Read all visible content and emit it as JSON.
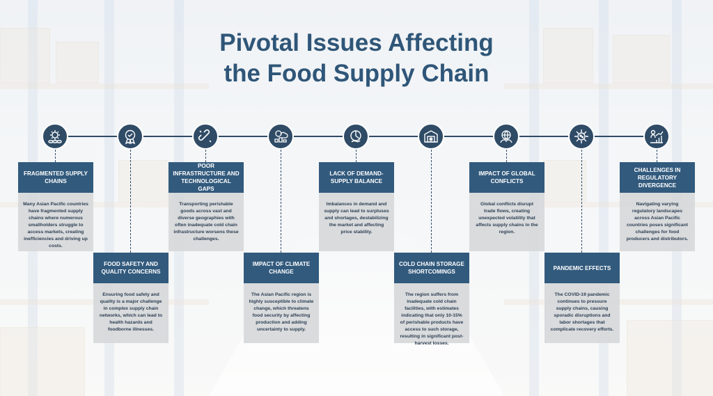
{
  "title": {
    "line1": "Pivotal Issues Affecting",
    "line2": "the Food Supply Chain"
  },
  "items": [
    {
      "icon": "gear-chain-icon",
      "heading": "FRAGMENTED SUPPLY CHAINS",
      "text": "Many Asian Pacific countries have fragmented supply chains where numerous smallholders struggle to access markets, creating inefficiencies and driving up costs."
    },
    {
      "icon": "quality-badge-icon",
      "heading": "FOOD SAFETY AND QUALITY CONCERNS",
      "text": "Ensuring food safety and quality is a major challenge in complex supply chain networks, which can lead to health hazards and foodborne illnesses."
    },
    {
      "icon": "broken-link-icon",
      "heading": "POOR INFRASTRUCTURE AND TECHNOLOGICAL GAPS",
      "text": "Transporting perishable goods across vast and diverse geographies with often inadequate cold chain infrastructure worsens these challenges."
    },
    {
      "icon": "climate-icon",
      "heading": "IMPACT OF CLIMATE CHANGE",
      "text": "The Asian Pacific region is highly susceptible to climate change, which threatens food security by affecting production and adding uncertainty to supply."
    },
    {
      "icon": "demand-supply-icon",
      "heading": "LACK OF DEMAND-SUPPLY BALANCE",
      "text": "Imbalances in demand and supply can lead to surpluses and shortages, destabilizing the market and affecting price stability."
    },
    {
      "icon": "cold-storage-icon",
      "heading": "COLD CHAIN STORAGE SHORTCOMINGS",
      "text": "The region suffers from inadequate cold chain facilities, with estimates indicating that only 10-15% of perishable products have access to such storage, resulting in significant post-harvest losses."
    },
    {
      "icon": "globe-conflict-icon",
      "heading": "IMPACT OF GLOBAL CONFLICTS",
      "text": "Global conflicts disrupt trade flows, creating unexpected volatility that affects supply chains in the region."
    },
    {
      "icon": "virus-icon",
      "heading": "PANDEMIC EFFECTS",
      "text": "The COVID-19 pandemic continues to pressure supply chains, causing sporadic disruptions and labor shortages that complicate recovery efforts."
    },
    {
      "icon": "regulation-chart-icon",
      "heading": "CHALLENGES IN REGULATORY DIVERGENCE",
      "text": "Navigating varying regulatory landscapes across Asian Pacific countries poses significant challenges for food producers and distributors."
    }
  ],
  "colors": {
    "accent": "#2f4b66",
    "card_header": "#325a7d",
    "title": "#2f5678",
    "card_body": "#d6d8da"
  }
}
